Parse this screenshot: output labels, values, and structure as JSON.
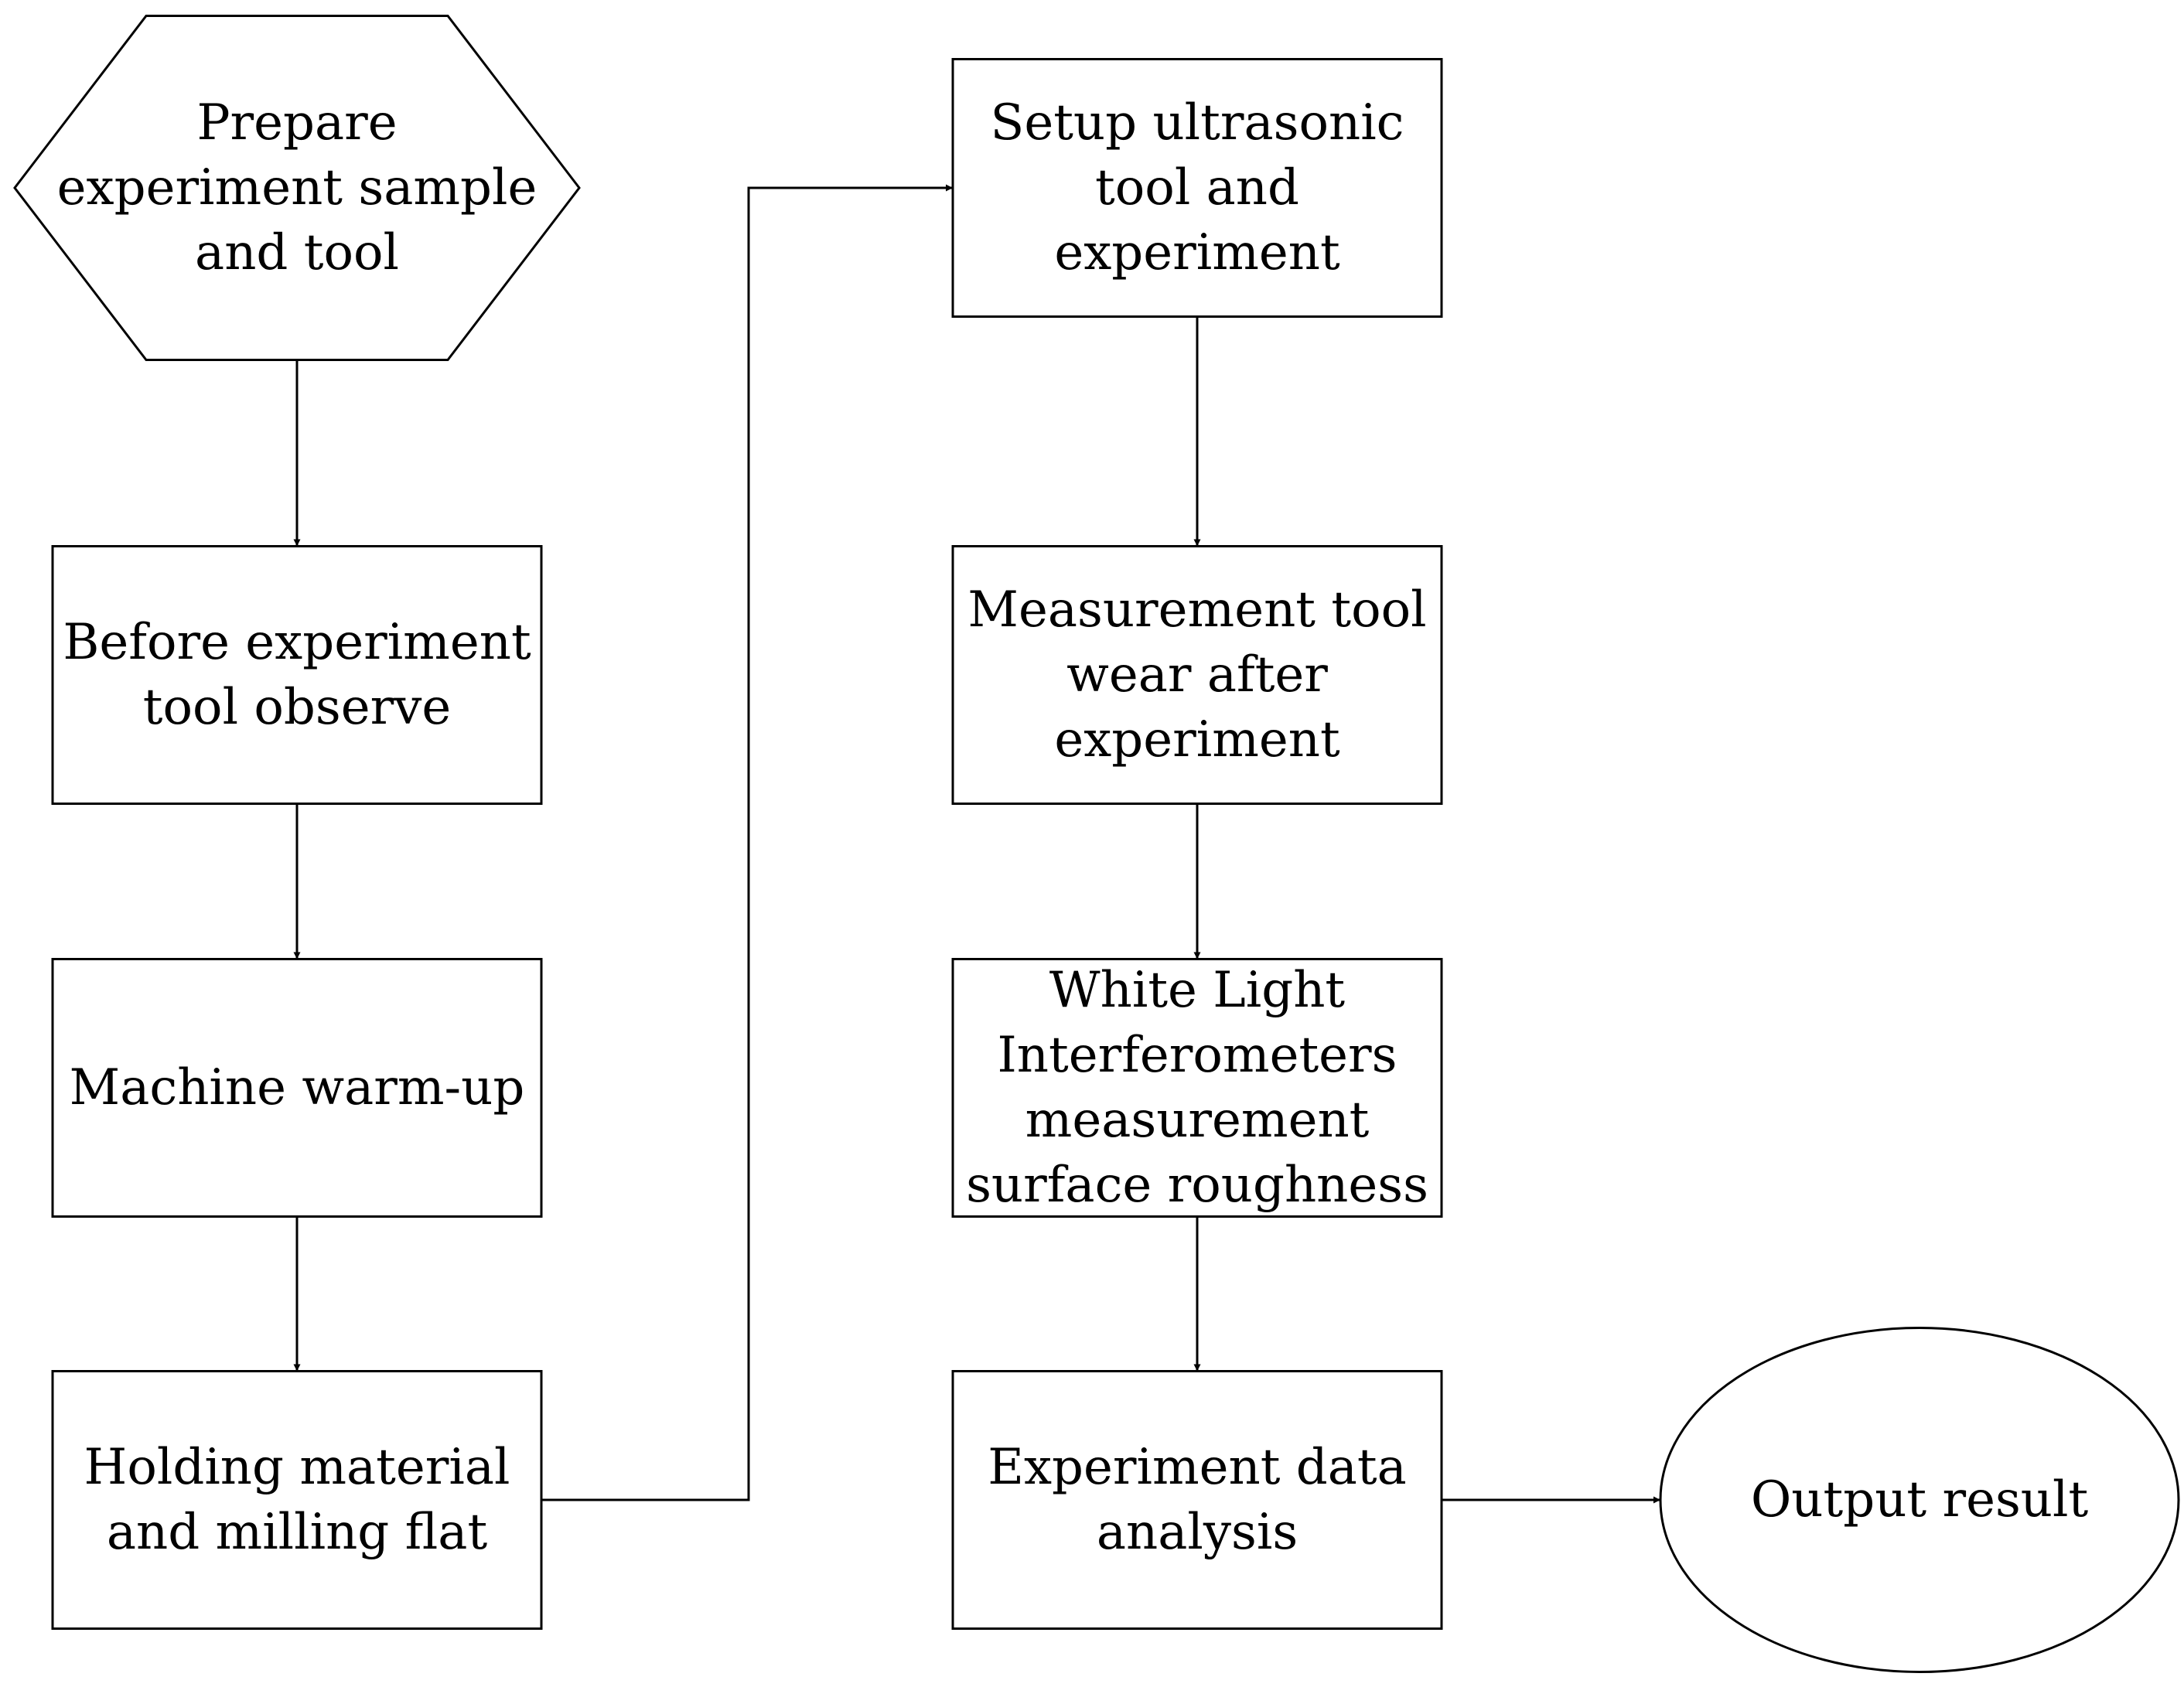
{
  "diagram": {
    "nodes": [
      {
        "id": "prepare",
        "shape": "hexagon",
        "lines": [
          "Prepare",
          "experiment sample",
          "and tool"
        ]
      },
      {
        "id": "before",
        "shape": "rect",
        "lines": [
          "Before experiment",
          "tool observe"
        ]
      },
      {
        "id": "warmup",
        "shape": "rect",
        "lines": [
          "Machine warm-up"
        ]
      },
      {
        "id": "holding",
        "shape": "rect",
        "lines": [
          "Holding material",
          "and milling flat"
        ]
      },
      {
        "id": "setup",
        "shape": "rect",
        "lines": [
          "Setup ultrasonic",
          "tool and",
          "experiment"
        ]
      },
      {
        "id": "measure",
        "shape": "rect",
        "lines": [
          "Measurement tool",
          "wear after",
          "experiment"
        ]
      },
      {
        "id": "wli",
        "shape": "rect",
        "lines": [
          "White Light",
          "Interferometers",
          "measurement",
          "surface roughness"
        ]
      },
      {
        "id": "analysis",
        "shape": "rect",
        "lines": [
          "Experiment data",
          "analysis"
        ]
      },
      {
        "id": "output",
        "shape": "ellipse",
        "lines": [
          "Output result"
        ]
      }
    ],
    "edges": [
      {
        "from": "prepare",
        "to": "before"
      },
      {
        "from": "before",
        "to": "warmup"
      },
      {
        "from": "warmup",
        "to": "holding"
      },
      {
        "from": "holding",
        "to": "setup"
      },
      {
        "from": "setup",
        "to": "measure"
      },
      {
        "from": "measure",
        "to": "wli"
      },
      {
        "from": "wli",
        "to": "analysis"
      },
      {
        "from": "analysis",
        "to": "output"
      }
    ],
    "colors": {
      "stroke": "#000000",
      "fill": "#ffffff",
      "text": "#000000"
    }
  }
}
